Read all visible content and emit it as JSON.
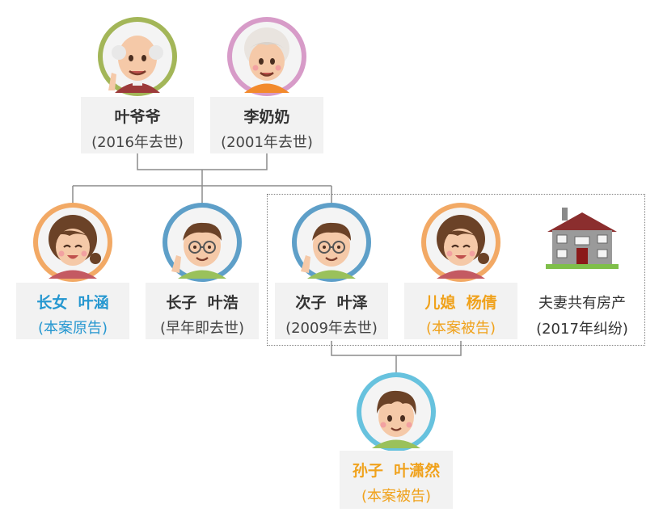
{
  "colors": {
    "plaintiff": "#2597d0",
    "defendant": "#f0a21c",
    "text": "#333333",
    "line": "#8c8c8c",
    "label_bg": "#f2f2f2"
  },
  "grandparents": [
    {
      "name": "叶爷爷",
      "note": "(2016年去世)",
      "avatar": "old-man"
    },
    {
      "name": "李奶奶",
      "note": "(2001年去世)",
      "avatar": "old-woman"
    }
  ],
  "children": [
    {
      "name": "长女  叶涵",
      "note": "(本案原告)",
      "role": "plaintiff",
      "avatar": "woman"
    },
    {
      "name": "长子  叶浩",
      "note": "(早年即去世)",
      "role": "none",
      "avatar": "man-glasses"
    },
    {
      "name": "次子  叶泽",
      "note": "(2009年去世)",
      "role": "none",
      "avatar": "man-glasses"
    },
    {
      "name": "儿媳  杨倩",
      "note": "(本案被告)",
      "role": "defendant",
      "avatar": "woman"
    }
  ],
  "property": {
    "line1": "夫妻共有房产",
    "line2": "(2017年纠纷)",
    "icon": "house-icon"
  },
  "grandchild": {
    "name": "孙子  叶潇然",
    "note": "(本案被告)",
    "role": "defendant",
    "avatar": "boy"
  }
}
